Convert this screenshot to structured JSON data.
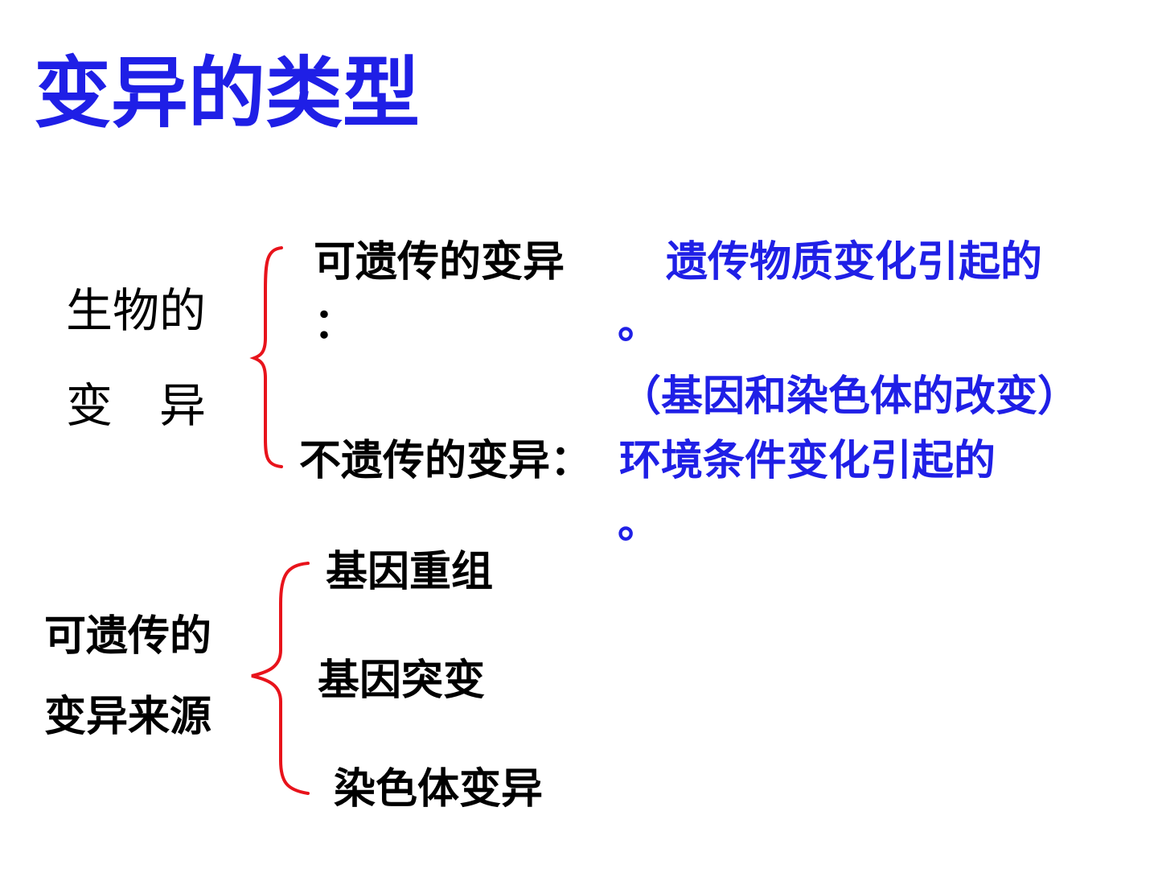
{
  "colors": {
    "title": "#1f1fe6",
    "text": "#000000",
    "answer": "#1f1fe6",
    "brace": "#e8131b"
  },
  "title": "变异的类型",
  "section1": {
    "subject_line1": "生物的",
    "subject_line2": "变　异",
    "heritable_label": "可遗传的变异",
    "heritable_colon": "：",
    "heritable_answer": "遗传物质变化引起的",
    "heritable_answer_period": "。",
    "heritable_note": "（基因和染色体的改变）",
    "nonheritable_label": "不遗传的变异：",
    "nonheritable_answer": "环境条件变化引起的",
    "nonheritable_answer_period": "。"
  },
  "section2": {
    "subject_line1": "可遗传的",
    "subject_line2": "变异来源",
    "items": [
      "基因重组",
      "基因突变",
      "染色体变异"
    ]
  }
}
